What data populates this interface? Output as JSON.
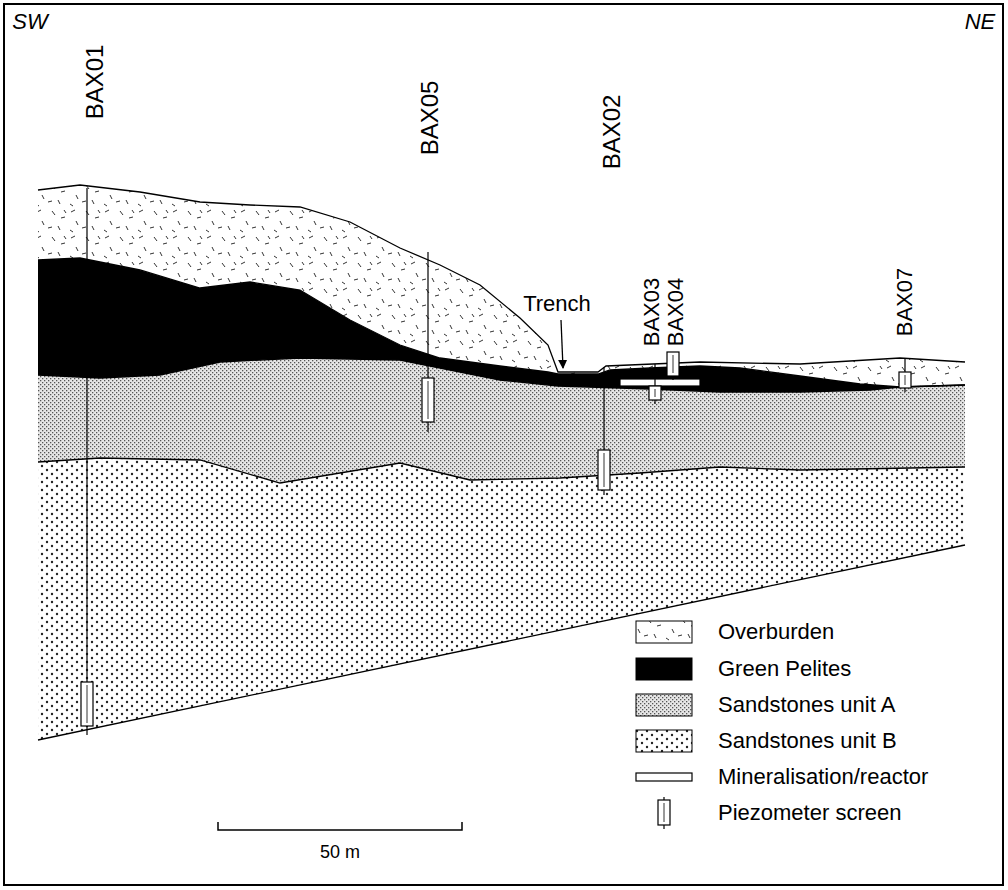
{
  "diagram": {
    "labels": [
      "SW",
      "NE",
      "BAX01",
      "BAX05",
      "BAX02",
      "BAX03",
      "BAX04",
      "BAX07",
      "Trench",
      "50 m"
    ],
    "legend": [
      {
        "text": "Overburden"
      },
      {
        "text": "Green Pelites",
        "color": "#000000"
      },
      {
        "text": "Sandstones unit A"
      },
      {
        "text": "Sandstones unit B"
      },
      {
        "text": "Mineralisation/reactor"
      },
      {
        "text": "Piezometer screen"
      }
    ]
  }
}
